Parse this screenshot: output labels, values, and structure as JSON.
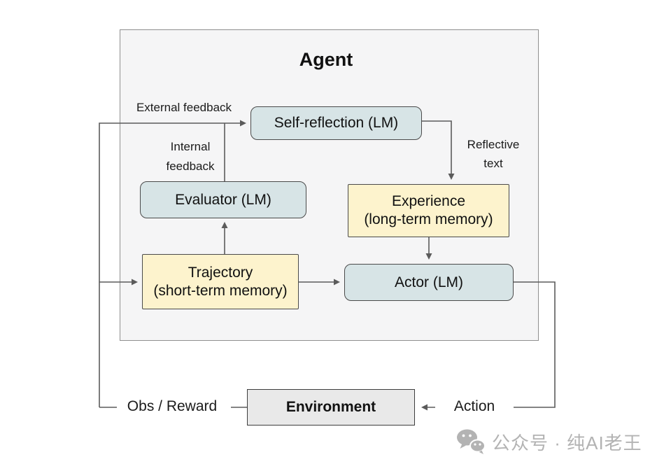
{
  "diagram": {
    "title": "Agent",
    "nodes": {
      "self_reflection": {
        "label": "Self-reflection (LM)",
        "fill": "#d7e4e6"
      },
      "evaluator": {
        "label": "Evaluator (LM)",
        "fill": "#d7e4e6"
      },
      "experience": {
        "label": "Experience",
        "sublabel": "(long-term memory)",
        "fill": "#fdf3cd"
      },
      "trajectory": {
        "label": "Trajectory",
        "sublabel": "(short-term memory)",
        "fill": "#fdf3cd"
      },
      "actor": {
        "label": "Actor (LM)",
        "fill": "#d7e4e6"
      },
      "environment": {
        "label": "Environment",
        "fill": "#e9e9e9"
      }
    },
    "edge_labels": {
      "external_feedback": "External feedback",
      "internal_feedback": [
        "Internal",
        "feedback"
      ],
      "reflective_text": [
        "Reflective",
        "text"
      ],
      "obs_reward": "Obs / Reward",
      "action": "Action"
    },
    "colors": {
      "node_blue": "#d7e4e6",
      "node_yellow": "#fdf3cd",
      "environment_gray": "#e9e9e9",
      "agent_background": "#f5f5f6",
      "agent_border": "#8f8f8f",
      "node_border": "#4a4a4a",
      "edge_stroke": "#5b5b5b",
      "text_black": "#111111",
      "watermark_gray": "#b3b3b3"
    }
  },
  "watermark": {
    "icon": "wechat-icon",
    "text": "公众号 · 纯AI老王"
  }
}
